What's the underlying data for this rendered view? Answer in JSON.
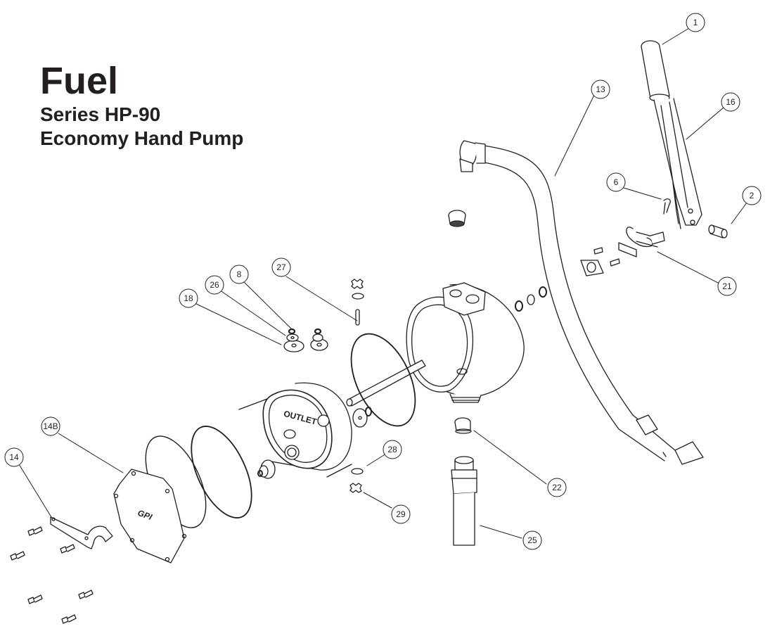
{
  "title": {
    "main": "Fuel",
    "series": "Series HP-90",
    "product": "Economy Hand Pump"
  },
  "diagram": {
    "type": "exploded-parts-view",
    "stroke_color": "#231f20",
    "callouts": [
      {
        "id": "c1",
        "label": "1",
        "part": "handle-grip"
      },
      {
        "id": "c13",
        "label": "13",
        "part": "hose"
      },
      {
        "id": "c16",
        "label": "16",
        "part": "handle-lever"
      },
      {
        "id": "c6",
        "label": "6",
        "part": "cotter-pin"
      },
      {
        "id": "c2",
        "label": "2",
        "part": "clevis-pin"
      },
      {
        "id": "c21",
        "label": "21",
        "part": "linkage-bracket"
      },
      {
        "id": "c27",
        "label": "27",
        "part": "shaft-pin"
      },
      {
        "id": "c8",
        "label": "8",
        "part": "retaining-ring"
      },
      {
        "id": "c26",
        "label": "26",
        "part": "valve-washer"
      },
      {
        "id": "c18",
        "label": "18",
        "part": "valve-seat"
      },
      {
        "id": "c14B",
        "label": "14B",
        "part": "end-cover"
      },
      {
        "id": "c14",
        "label": "14",
        "part": "mounting-bracket"
      },
      {
        "id": "c28",
        "label": "28",
        "part": "disc"
      },
      {
        "id": "c29",
        "label": "29",
        "part": "star-washer"
      },
      {
        "id": "c22",
        "label": "22",
        "part": "plug"
      },
      {
        "id": "c25",
        "label": "25",
        "part": "suction-tube"
      }
    ],
    "cover_logo": "GPI",
    "housing_label": "OUTLET"
  }
}
